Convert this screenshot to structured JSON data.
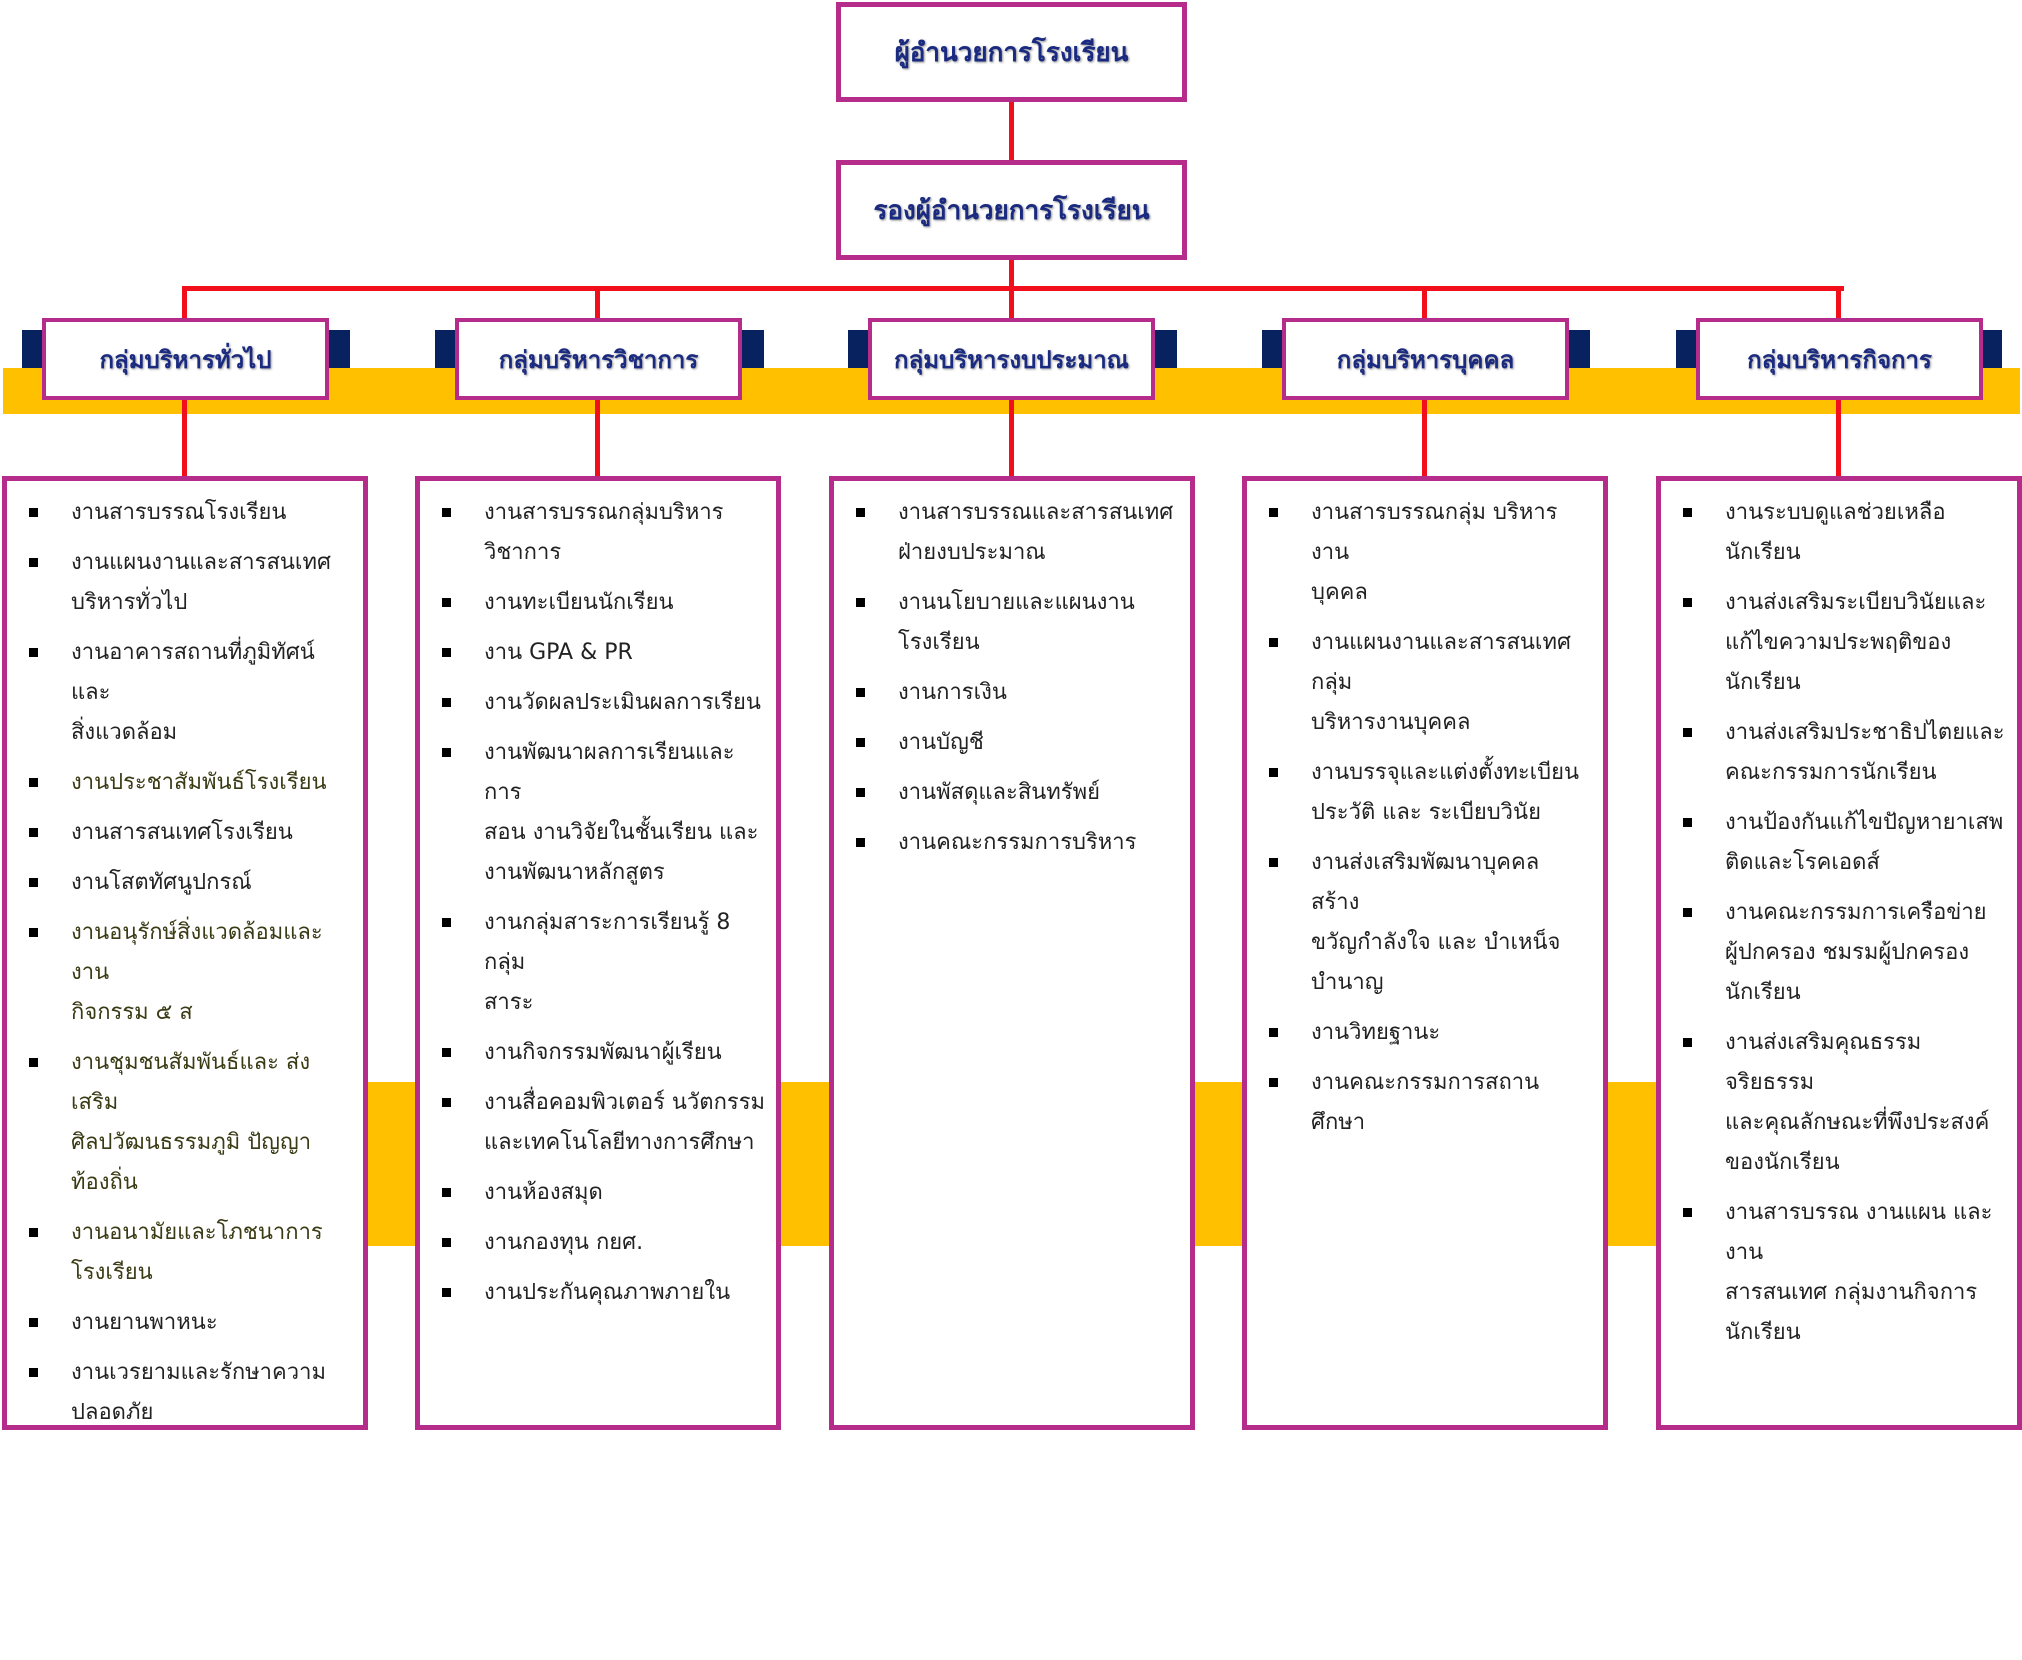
{
  "director": "ผู้อำนวยการโรงเรียน",
  "deputy": "รองผู้อำนวยการโรงเรียน",
  "groups": [
    {
      "title": "กลุ่มบริหารทั่วไป",
      "items": [
        [
          "งานสารบรรณโรงเรียน"
        ],
        [
          "งานแผนงานและสารสนเทศ",
          "บริหารทั่วไป"
        ],
        [
          "งานอาคารสถานที่ภูมิทัศน์และ",
          "สิ่งแวดล้อม"
        ],
        [
          "งานประชาสัมพันธ์โรงเรียน"
        ],
        [
          "งานสารสนเทศโรงเรียน"
        ],
        [
          "งานโสตทัศนูปกรณ์"
        ],
        [
          "งานอนุรักษ์สิ่งแวดล้อมและงาน",
          "กิจกรรม ๕ ส"
        ],
        [
          "งานชุมชนสัมพันธ์และ ส่งเสริม",
          "ศิลปวัฒนธรรมภูมิ ปัญญา",
          "ท้องถิ่น"
        ],
        [
          "งานอนามัยและโภชนาการ",
          "โรงเรียน"
        ],
        [
          "งานยานพาหนะ"
        ],
        [
          "งานเวรยามและรักษาความ",
          "ปลอดภัย"
        ]
      ]
    },
    {
      "title": "กลุ่มบริหารวิชาการ",
      "items": [
        [
          "งานสารบรรณกลุ่มบริหาร",
          "วิชาการ"
        ],
        [
          "งานทะเบียนนักเรียน"
        ],
        [
          "งาน GPA & PR"
        ],
        [
          "งานวัดผลประเมินผลการเรียน"
        ],
        [
          "งานพัฒนาผลการเรียนและการ",
          "สอน งานวิจัยในชั้นเรียน และ",
          "งานพัฒนาหลักสูตร"
        ],
        [
          "งานกลุ่มสาระการเรียนรู้ 8 กลุ่ม",
          "สาระ"
        ],
        [
          "งานกิจกรรมพัฒนาผู้เรียน"
        ],
        [
          "งานสื่อคอมพิวเตอร์ นวัตกรรม",
          "และเทคโนโลยีทางการศึกษา"
        ],
        [
          "งานห้องสมุด"
        ],
        [
          "งานกองทุน กยศ."
        ],
        [
          "งานประกันคุณภาพภายใน"
        ]
      ]
    },
    {
      "title": "กลุ่มบริหารงบประมาณ",
      "items": [
        [
          "งานสารบรรณและสารสนเทศ",
          "ฝ่ายงบประมาณ"
        ],
        [
          "งานนโยบายและแผนงาน",
          "โรงเรียน"
        ],
        [
          "งานการเงิน"
        ],
        [
          "งานบัญชี"
        ],
        [
          "งานพัสดุและสินทรัพย์"
        ],
        [
          "งานคณะกรรมการบริหาร"
        ]
      ]
    },
    {
      "title": "กลุ่มบริหารบุคคล",
      "items": [
        [
          "งานสารบรรณกลุ่ม บริหารงาน",
          "บุคคล"
        ],
        [
          "งานแผนงานและสารสนเทศกลุ่ม",
          "บริหารงานบุคคล"
        ],
        [
          "งานบรรจุและแต่งตั้งทะเบียน",
          "ประวัติ และ ระเบียบวินัย"
        ],
        [
          "งานส่งเสริมพัฒนาบุคคล สร้าง",
          "ขวัญกำลังใจ และ บำเหน็จ",
          "บำนาญ"
        ],
        [
          "งานวิทยฐานะ"
        ],
        [
          "งานคณะกรรมการสถานศึกษา"
        ]
      ]
    },
    {
      "title": "กลุ่มบริหารกิจการ",
      "items": [
        [
          "งานระบบดูแลช่วยเหลือนักเรียน"
        ],
        [
          "งานส่งเสริมระเบียบวินัยและ",
          "แก้ไขความประพฤติของนักเรียน"
        ],
        [
          "งานส่งเสริมประชาธิปไตยและ",
          "คณะกรรมการนักเรียน"
        ],
        [
          "งานป้องกันแก้ไขปัญหายาเสพ",
          "ติดและโรคเอดส์"
        ],
        [
          "งานคณะกรรมการเครือข่าย",
          "ผู้ปกครอง ชมรมผู้ปกครอง",
          "นักเรียน"
        ],
        [
          "งานส่งเสริมคุณธรรม จริยธรรม",
          "และคุณลักษณะที่พึงประสงค์",
          "ของนักเรียน"
        ],
        [
          "งานสารบรรณ งานแผน และงาน",
          "สารสนเทศ กลุ่มงานกิจการ",
          "นักเรียน"
        ]
      ]
    }
  ]
}
